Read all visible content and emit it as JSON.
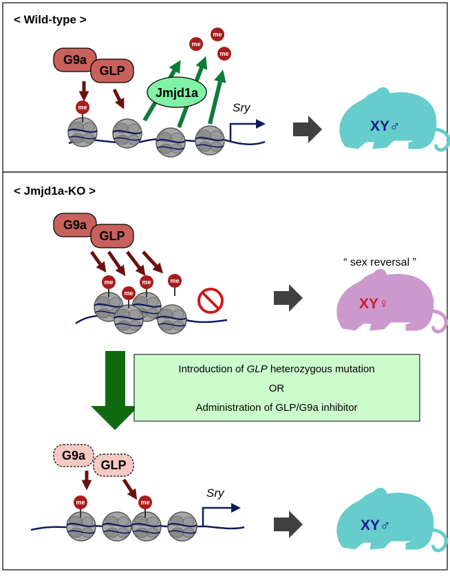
{
  "panels": {
    "wildtype": {
      "title": "< Wild-type >"
    },
    "knockout": {
      "title": "< Jmjd1a-KO >"
    }
  },
  "enzymes": {
    "g9a": "G9a",
    "glp": "GLP",
    "jmjd1a": "Jmjd1a"
  },
  "mark": {
    "methyl": "me"
  },
  "gene": {
    "sry": "Sry"
  },
  "outcomes": {
    "male": "XY♂",
    "female": "XY♀",
    "sex_reversal": "“ sex reversal ”"
  },
  "rescue": {
    "line1_prefix": "Introduction of ",
    "line1_italic": "GLP",
    "line1_suffix": " heterozygous mutation",
    "line2": "OR",
    "line3": "Administration of GLP/G9a inhibitor"
  },
  "colors": {
    "enzyme_fill": "#c8605c",
    "enzyme_fill_light": "#f6c9c5",
    "jmjd1a_fill": "#7ff2a4",
    "dark_arrow": "#6b1010",
    "green_arrow": "#0f7a3a",
    "big_green_arrow": "#0f6a0f",
    "box_fill": "#ccfccc",
    "dna": "#0d1a5c",
    "mouse_male": "#66cccc",
    "mouse_female": "#cc99cc",
    "male_text": "#1a1a8c",
    "female_text": "#cc1a33",
    "block_sign": "#cc1a1a",
    "gray_arrow": "#404040"
  },
  "icons": {
    "nucleosome": "nucleosome-icon",
    "mouse": "mouse-icon",
    "block": "prohibition-icon"
  }
}
